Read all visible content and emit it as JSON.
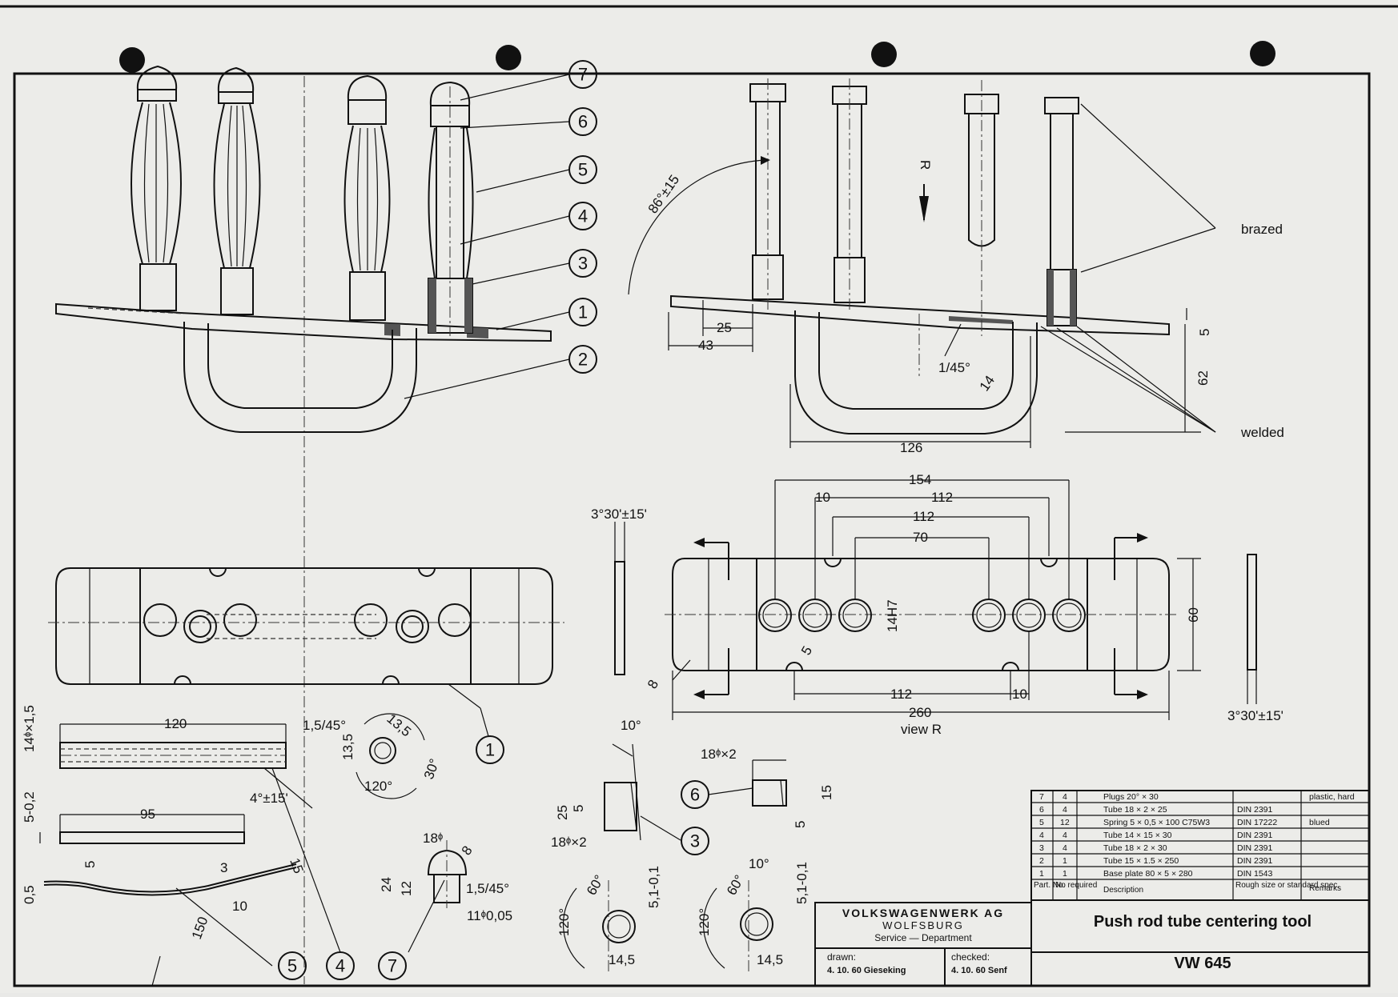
{
  "balloons": {
    "b1": "1",
    "b2": "2",
    "b3": "3",
    "b4": "4",
    "b5": "5",
    "b6": "6",
    "b7": "7"
  },
  "dims": {
    "d25": "25",
    "d43": "43",
    "d126": "126",
    "d62": "62",
    "d5a": "5",
    "d14": "14",
    "c145": "1/45°",
    "angle86": "86°±15",
    "r": "R",
    "d154": "154",
    "d10a": "10",
    "d112a": "112",
    "d112b": "112",
    "d70": "70",
    "d14h7": "14H7",
    "d60": "60",
    "d112c": "112",
    "d10b": "10",
    "d260": "260",
    "d8": "8",
    "d5b": "5",
    "ang330a": "3°30'±15'",
    "ang330b": "3°30'±15'",
    "d120": "120",
    "d1545a": "1,5/45°",
    "d14x15": "14ᶲ×1,5",
    "d4deg": "4°±15'",
    "d95": "95",
    "d5_02": "5-0,2",
    "d5c": "5",
    "d3": "3",
    "d15": "15",
    "d05": "0,5",
    "d10c": "10",
    "d150": "150",
    "d135a": "13,5",
    "d135b": "13,5",
    "d30deg": "30°",
    "d120deg": "120°",
    "d10deg_a": "10°",
    "d25b": "25",
    "d5d": "5",
    "d18x2a": "18ᶲ×2",
    "d18x2b": "18ᶲ×2",
    "d15b": "15",
    "d5e": "5",
    "d10deg_b": "10°",
    "d18": "18ᶲ",
    "d8b": "8",
    "d24": "24",
    "d12": "12",
    "d1545b": "1,5/45°",
    "d11": "11ᶲ0,05",
    "d60deg_a": "60°",
    "d120deg_a": "120°",
    "d51a": "5,1-0,1",
    "d145a": "14,5",
    "d60deg_b": "60°",
    "d120deg_b": "120°",
    "d51b": "5,1-0,1",
    "d145b": "14,5"
  },
  "labels": {
    "brazed": "brazed",
    "welded": "welded",
    "view_r": "view R"
  },
  "title_block": {
    "company": "VOLKSWAGENWERK AG",
    "city": "WOLFSBURG",
    "dept": "Service — Department",
    "drawn_label": "drawn:",
    "drawn_value": "4. 10. 60 Gieseking",
    "checked_label": "checked:",
    "checked_value": "4. 10. 60 Senf",
    "title": "Push rod tube centering tool",
    "number": "VW 645",
    "headers": {
      "part": "Part. No.",
      "req": "No required",
      "desc": "Description",
      "rough": "Rough size or standard spec.",
      "rem": "Remarks"
    },
    "rows": [
      {
        "part": "7",
        "req": "4",
        "desc": "Plugs 20° × 30",
        "spec": "",
        "rem": "plastic, hard"
      },
      {
        "part": "6",
        "req": "4",
        "desc": "Tube 18 × 2 × 25",
        "spec": "DIN 2391",
        "rem": ""
      },
      {
        "part": "5",
        "req": "12",
        "desc": "Spring 5 × 0,5 × 100 C75W3",
        "spec": "DIN 17222",
        "rem": "blued"
      },
      {
        "part": "4",
        "req": "4",
        "desc": "Tube 14 × 15 × 30",
        "spec": "DIN 2391",
        "rem": ""
      },
      {
        "part": "3",
        "req": "4",
        "desc": "Tube 18 × 2 × 30",
        "spec": "DIN 2391",
        "rem": ""
      },
      {
        "part": "2",
        "req": "1",
        "desc": "Tube 15 × 1.5 × 250",
        "spec": "DIN 2391",
        "rem": ""
      },
      {
        "part": "1",
        "req": "1",
        "desc": "Base plate 80 × 5 × 280",
        "spec": "DIN 1543",
        "rem": ""
      }
    ]
  }
}
